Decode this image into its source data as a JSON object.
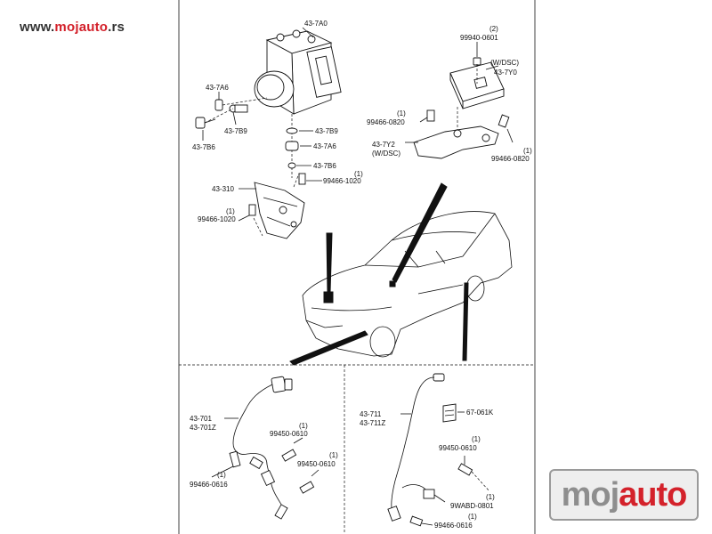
{
  "watermark": {
    "prefix": "www.",
    "brand": "mojauto",
    "suffix": ".rs"
  },
  "logo": {
    "part1": "moj",
    "part2": "auto"
  },
  "colors": {
    "brand_red": "#d3202a",
    "brand_gray": "#8e8e8e",
    "line": "#111111"
  },
  "labels": {
    "l_437a0": "43-7A0",
    "l_437a6_left": "43-7A6",
    "l_437b9_left": "43-7B9",
    "l_437b6_left": "43-7B6",
    "l_437b9": "43-7B9",
    "l_437a6": "43-7A6",
    "l_437b6": "43-7B6",
    "l_qty_1020a": "(1)",
    "l_99466_1020a": "99466-1020",
    "l_43310": "43-310",
    "l_qty_1020b": "(1)",
    "l_99466_1020b": "99466-1020",
    "l_qty_0601": "(2)",
    "l_99940_0601": "99940-0601",
    "l_wdsc_top": "(W/DSC)",
    "l_437y0": "43-7Y0",
    "l_qty_0820a": "(1)",
    "l_99466_0820a": "99466-0820",
    "l_437y2": "43-7Y2",
    "l_wdsc_bot": "(W/DSC)",
    "l_qty_0820b": "(1)",
    "l_99466_0820b": "99466-0820",
    "l_43701": "43-701",
    "l_43701z": "43-701Z",
    "l_qty_0610a": "(1)",
    "l_99450_0610a": "99450-0610",
    "l_qty_0610b": "(1)",
    "l_99450_0610b": "99450-0610",
    "l_qty_0616a": "(1)",
    "l_99466_0616a": "99466-0616",
    "l_43711": "43-711",
    "l_43711z": "43-711Z",
    "l_67061k": "67-061K",
    "l_qty_0610c": "(1)",
    "l_99450_0610c": "99450-0610",
    "l_qty_0801": "(1)",
    "l_9wabd_0801": "9WABD-0801",
    "l_qty_0616b": "(1)",
    "l_99466_0616b": "99466-0616"
  }
}
